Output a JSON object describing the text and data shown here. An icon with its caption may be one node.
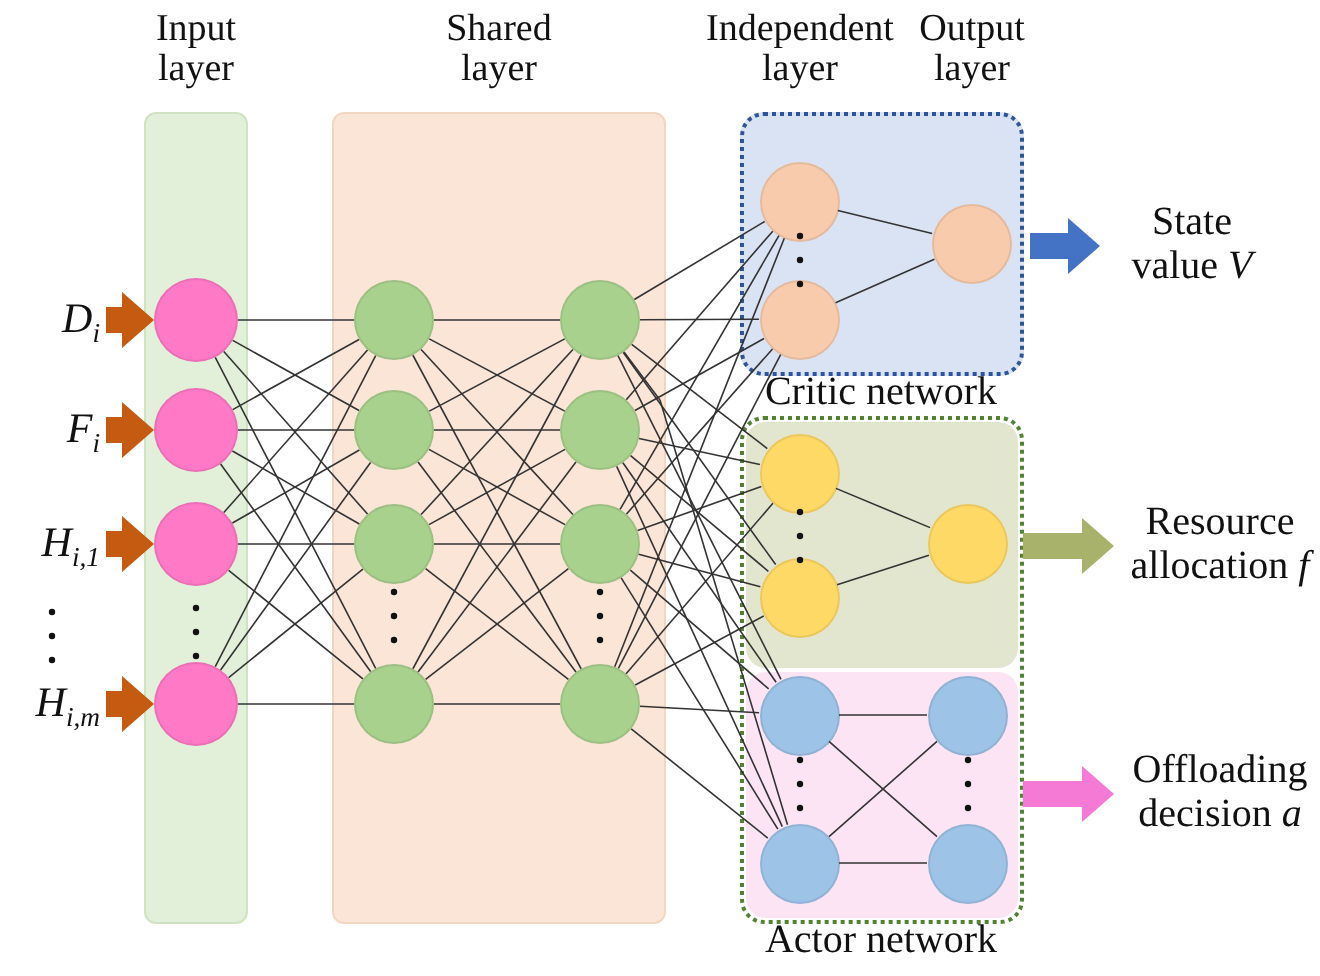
{
  "diagram": {
    "nodes": [
      {
        "text": [
          "*D*$_{i}$"
        ]
      },
      {
        "text": [
          "*F*$_{i}$"
        ]
      },
      {
        "text": [
          "*H*$_{i,1}$"
        ]
      },
      {
        "text": [
          "*H*$_{i,m}$"
        ]
      },
      {
        "text": [
          "Input layer"
        ]
      },
      {
        "text": [],
        "shape": "circle",
        "in": 4
      },
      {
        "text": [],
        "shape": "circle",
        "in": 4
      },
      {
        "text": [],
        "shape": "circle",
        "in": 4
      },
      {
        "text": [],
        "shape": "circle",
        "in": 4
      },
      {
        "text": [
          "Shared layer"
        ]
      },
      {
        "text": [],
        "shape": "circle",
        "in": 9
      },
      {
        "text": [],
        "shape": "circle",
        "in": 9
      },
      {
        "text": [],
        "shape": "circle",
        "in": 9
      },
      {
        "text": [],
        "shape": "circle",
        "in": 9
      },
      {
        "text": [],
        "shape": "circle",
        "in": 9
      },
      {
        "text": [],
        "shape": "circle",
        "in": 9
      },
      {
        "text": [],
        "shape": "circle",
        "in": 9
      },
      {
        "text": [],
        "shape": "circle",
        "in": 9
      },
      {
        "text": [
          "Critic network"
        ]
      },
      {
        "text": [],
        "shape": "circle",
        "in": 18
      },
      {
        "text": [],
        "shape": "circle",
        "in": 18
      },
      {
        "text": [],
        "shape": "circle",
        "in": 18
      },
      {
        "text": [
          "Actor network"
        ]
      },
      {
        "text": [],
        "shape": "box",
        "in": 22
      },
      {
        "text": [],
        "shape": "circle",
        "in": 23
      },
      {
        "text": [],
        "shape": "circle",
        "in": 23
      },
      {
        "text": [],
        "shape": "circle",
        "in": 23
      },
      {
        "text": [],
        "shape": "box",
        "in": 22
      },
      {
        "text": [],
        "shape": "circle",
        "in": 27
      },
      {
        "text": [],
        "shape": "circle",
        "in": 27
      },
      {
        "text": [],
        "shape": "circle",
        "in": 27
      },
      {
        "text": [],
        "shape": "circle",
        "in": 27
      },
      {
        "text": [
          "State value *V*"
        ]
      },
      {
        "text": [
          "Resource allocation *f*"
        ]
      },
      {
        "text": [
          "Offloading decision *a*"
        ]
      }
    ],
    "edges": [
      {
        "from": 0,
        "to": 5,
        "arrow": "to",
        "style": "thick",
        "color": "#c55a11"
      },
      {
        "from": 1,
        "to": 6,
        "arrow": "to",
        "style": "thick",
        "color": "#c55a11"
      },
      {
        "from": 2,
        "to": 7,
        "arrow": "to",
        "style": "thick",
        "color": "#c55a11"
      },
      {
        "from": 3,
        "to": 8,
        "arrow": "to",
        "style": "thick",
        "color": "#c55a11"
      },
      {
        "from": 5,
        "to": 10,
        "arrow": "none"
      },
      {
        "from": 5,
        "to": 11,
        "arrow": "none"
      },
      {
        "from": 5,
        "to": 12,
        "arrow": "none"
      },
      {
        "from": 5,
        "to": 13,
        "arrow": "none"
      },
      {
        "from": 6,
        "to": 10,
        "arrow": "none"
      },
      {
        "from": 6,
        "to": 11,
        "arrow": "none"
      },
      {
        "from": 6,
        "to": 12,
        "arrow": "none"
      },
      {
        "from": 6,
        "to": 13,
        "arrow": "none"
      },
      {
        "from": 7,
        "to": 10,
        "arrow": "none"
      },
      {
        "from": 7,
        "to": 11,
        "arrow": "none"
      },
      {
        "from": 7,
        "to": 12,
        "arrow": "none"
      },
      {
        "from": 7,
        "to": 13,
        "arrow": "none"
      },
      {
        "from": 8,
        "to": 10,
        "arrow": "none"
      },
      {
        "from": 8,
        "to": 11,
        "arrow": "none"
      },
      {
        "from": 8,
        "to": 12,
        "arrow": "none"
      },
      {
        "from": 8,
        "to": 13,
        "arrow": "none"
      },
      {
        "from": 10,
        "to": 14,
        "arrow": "none"
      },
      {
        "from": 10,
        "to": 15,
        "arrow": "none"
      },
      {
        "from": 10,
        "to": 16,
        "arrow": "none"
      },
      {
        "from": 10,
        "to": 17,
        "arrow": "none"
      },
      {
        "from": 11,
        "to": 14,
        "arrow": "none"
      },
      {
        "from": 11,
        "to": 15,
        "arrow": "none"
      },
      {
        "from": 11,
        "to": 16,
        "arrow": "none"
      },
      {
        "from": 11,
        "to": 17,
        "arrow": "none"
      },
      {
        "from": 12,
        "to": 14,
        "arrow": "none"
      },
      {
        "from": 12,
        "to": 15,
        "arrow": "none"
      },
      {
        "from": 12,
        "to": 16,
        "arrow": "none"
      },
      {
        "from": 12,
        "to": 17,
        "arrow": "none"
      },
      {
        "from": 13,
        "to": 14,
        "arrow": "none"
      },
      {
        "from": 13,
        "to": 15,
        "arrow": "none"
      },
      {
        "from": 13,
        "to": 16,
        "arrow": "none"
      },
      {
        "from": 13,
        "to": 17,
        "arrow": "none"
      },
      {
        "from": 14,
        "to": 19,
        "arrow": "none"
      },
      {
        "from": 14,
        "to": 20,
        "arrow": "none"
      },
      {
        "from": 14,
        "to": 24,
        "arrow": "none"
      },
      {
        "from": 14,
        "to": 25,
        "arrow": "none"
      },
      {
        "from": 14,
        "to": 28,
        "arrow": "none"
      },
      {
        "from": 14,
        "to": 29,
        "arrow": "none"
      },
      {
        "from": 15,
        "to": 19,
        "arrow": "none"
      },
      {
        "from": 15,
        "to": 20,
        "arrow": "none"
      },
      {
        "from": 15,
        "to": 24,
        "arrow": "none"
      },
      {
        "from": 15,
        "to": 25,
        "arrow": "none"
      },
      {
        "from": 15,
        "to": 28,
        "arrow": "none"
      },
      {
        "from": 15,
        "to": 29,
        "arrow": "none"
      },
      {
        "from": 16,
        "to": 19,
        "arrow": "none"
      },
      {
        "from": 16,
        "to": 20,
        "arrow": "none"
      },
      {
        "from": 16,
        "to": 24,
        "arrow": "none"
      },
      {
        "from": 16,
        "to": 25,
        "arrow": "none"
      },
      {
        "from": 16,
        "to": 28,
        "arrow": "none"
      },
      {
        "from": 16,
        "to": 29,
        "arrow": "none"
      },
      {
        "from": 17,
        "to": 19,
        "arrow": "none"
      },
      {
        "from": 17,
        "to": 20,
        "arrow": "none"
      },
      {
        "from": 17,
        "to": 24,
        "arrow": "none"
      },
      {
        "from": 17,
        "to": 25,
        "arrow": "none"
      },
      {
        "from": 17,
        "to": 28,
        "arrow": "none"
      },
      {
        "from": 17,
        "to": 29,
        "arrow": "none"
      },
      {
        "from": 19,
        "to": 21,
        "arrow": "none"
      },
      {
        "from": 20,
        "to": 21,
        "arrow": "none"
      },
      {
        "from": 24,
        "to": 26,
        "arrow": "none"
      },
      {
        "from": 25,
        "to": 26,
        "arrow": "none"
      },
      {
        "from": 28,
        "to": 30,
        "arrow": "none"
      },
      {
        "from": 28,
        "to": 31,
        "arrow": "none"
      },
      {
        "from": 29,
        "to": 30,
        "arrow": "none"
      },
      {
        "from": 29,
        "to": 31,
        "arrow": "none"
      },
      {
        "from": 18,
        "to": 32,
        "arrow": "to",
        "style": "thick",
        "color": "#4472c4"
      },
      {
        "from": 23,
        "to": 33,
        "arrow": "to",
        "style": "thick",
        "color": "#a9b26b"
      },
      {
        "from": 27,
        "to": 34,
        "arrow": "to",
        "style": "thick",
        "color": "#f47ad6"
      }
    ],
    "labels": [
      "Independent layer",
      "Output layer"
    ]
  }
}
